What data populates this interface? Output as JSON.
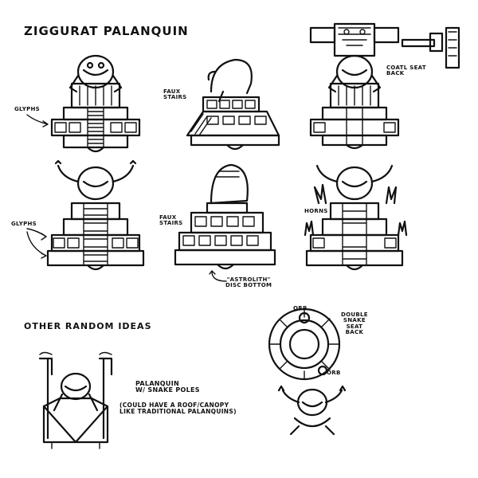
{
  "labels": {
    "title": "Ziggurat Palanquin",
    "glyphs_1": "Glyphs",
    "faux_stairs_1": "Faux\nStairs",
    "coatl_seat_back": "Coatl Seat\nBack",
    "glyphs_2": "Glyphs",
    "faux_stairs_2": "Faux\nStairs",
    "horns": "Horns",
    "astrolith": "\"Astrolith\"\nDisc Bottom",
    "other_ideas": "Other Random Ideas",
    "palanquin_note": "Palanquin\nw/ Snake Poles",
    "palanquin_note2": "(Could have a roof/canopy\nlike traditional palanquins)",
    "orb_1": "Orb",
    "orb_2": "Orb",
    "double_snake": "Double\nSnake\nSeat\nBack"
  },
  "colors": {
    "ink": "#111111",
    "paper": "#ffffff"
  }
}
